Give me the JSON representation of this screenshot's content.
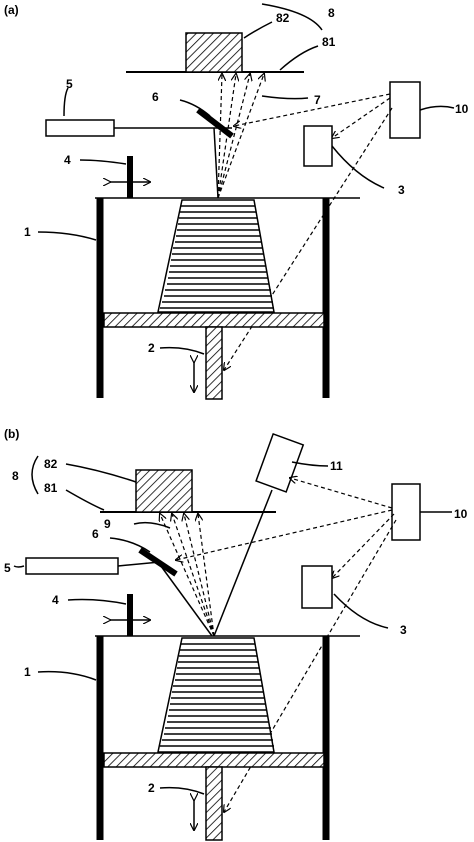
{
  "panels": {
    "a": {
      "tag": "(a)",
      "labels": {
        "l8": "8",
        "l82": "82",
        "l81": "81",
        "l5": "5",
        "l6": "6",
        "l7": "7",
        "l10": "10",
        "l3": "3",
        "l4": "4",
        "l1": "1",
        "l2": "2"
      }
    },
    "b": {
      "tag": "(b)",
      "labels": {
        "l8": "8",
        "l82": "82",
        "l81": "81",
        "l9": "9",
        "l6": "6",
        "l5": "5",
        "l11": "11",
        "l10": "10",
        "l3": "3",
        "l4": "4",
        "l1": "1",
        "l2": "2"
      }
    }
  }
}
